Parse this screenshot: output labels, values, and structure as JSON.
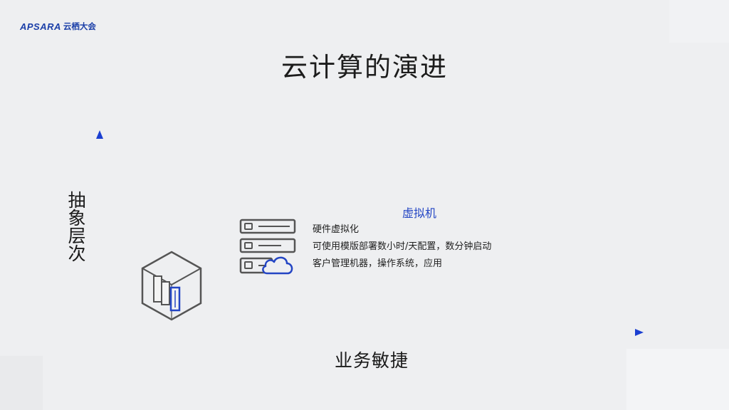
{
  "logo": {
    "brand": "APSARA",
    "name": "云栖大会"
  },
  "title": "云计算的演进",
  "y_axis_label": "抽象层次",
  "x_axis_label": "业务敏捷",
  "vm": {
    "heading": "虚拟机",
    "items": [
      "硬件虚拟化",
      "可使用模版部署数小时/天配置，数分钟启动",
      "客户管理机器，操作系统，应用"
    ]
  },
  "icons": [
    "physical-server-room-icon",
    "virtual-machine-server-cloud-icon"
  ],
  "colors": {
    "axis_top": "#1b3fd1",
    "axis_bottom": "#5fe3d8",
    "accent": "#2345c4"
  }
}
